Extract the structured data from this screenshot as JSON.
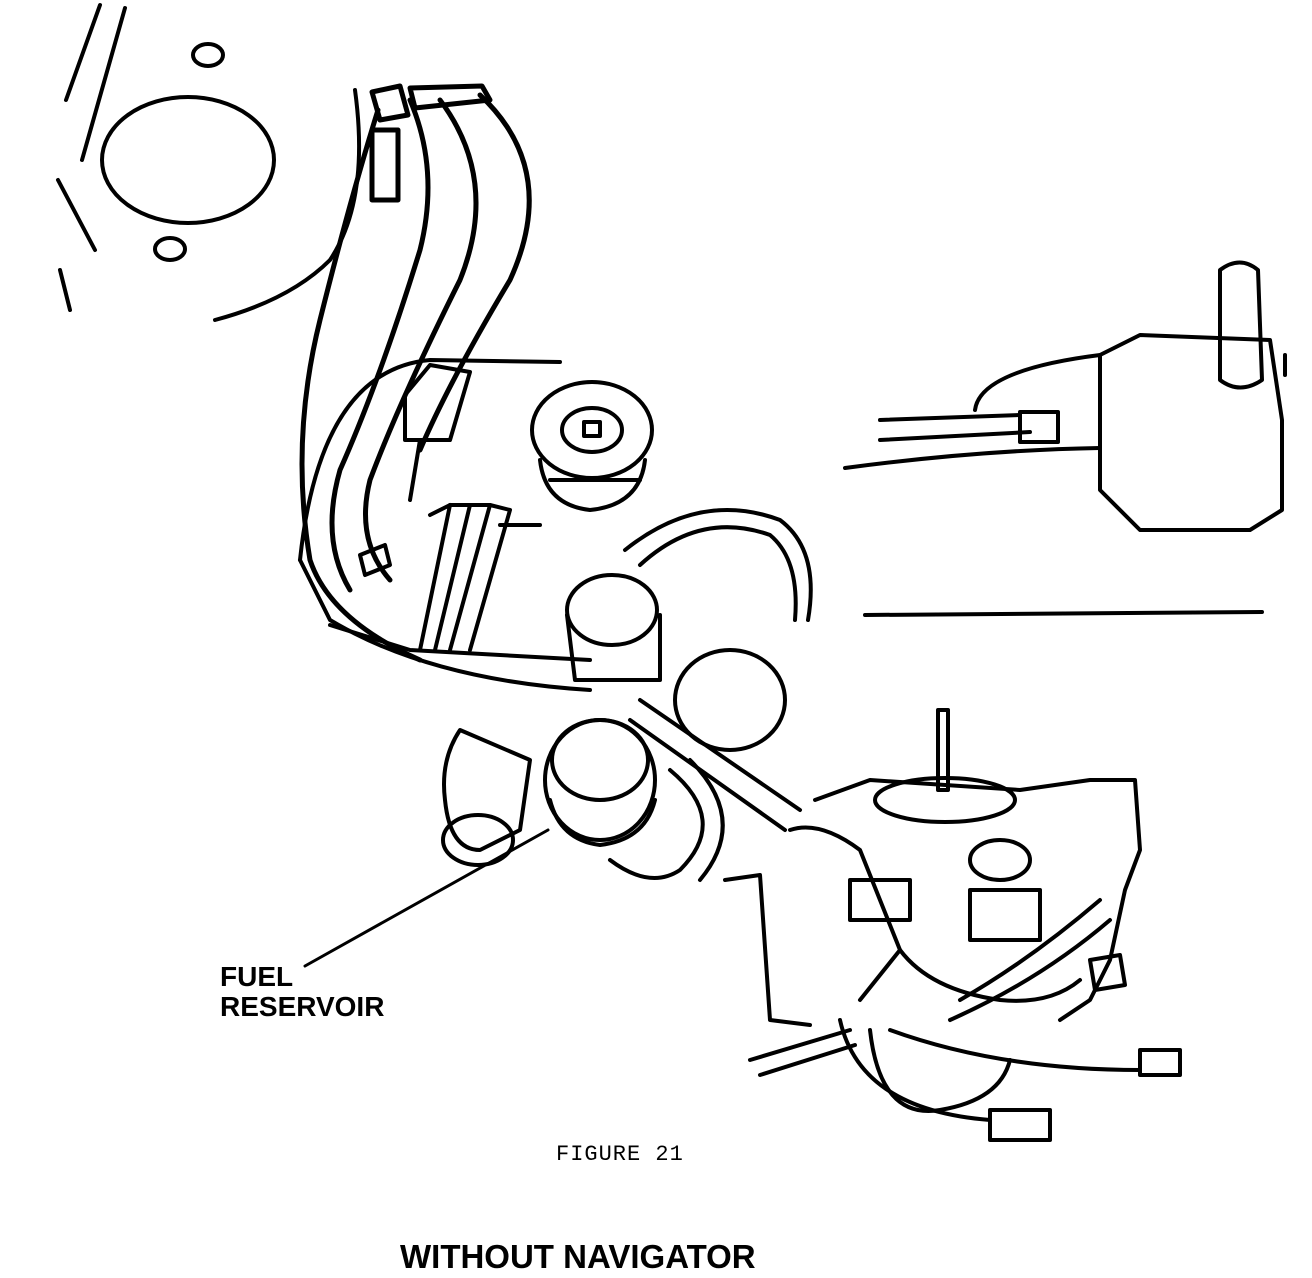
{
  "callout": {
    "line1": "FUEL",
    "line2": "RESERVOIR"
  },
  "caption": "FIGURE 21",
  "title": "WITHOUT NAVIGATOR",
  "colors": {
    "ink": "#000000",
    "paper": "#ffffff"
  }
}
